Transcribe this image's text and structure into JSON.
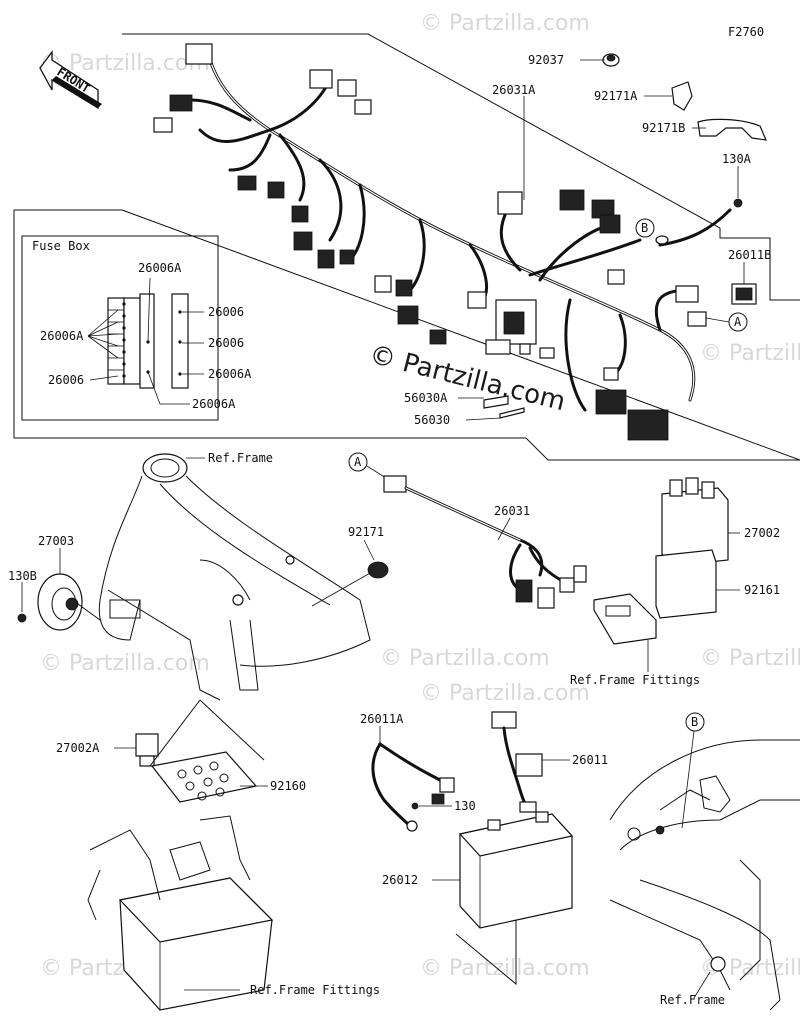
{
  "diagram_code": "F2760",
  "front_label": "FRONT",
  "watermark": {
    "main": "© Partzilla.com",
    "repeat": "© Partzilla.com"
  },
  "fuse_box": {
    "title": "Fuse Box",
    "labels": {
      "a1": "26006A",
      "a2": "26006A",
      "a3": "26006",
      "a4": "26006",
      "a5": "26006",
      "a6": "26006A",
      "a7": "26006A"
    }
  },
  "parts": {
    "p92037": "92037",
    "p26031A": "26031A",
    "p92171A": "92171A",
    "p92171B": "92171B",
    "p130A": "130A",
    "p26011B": "26011B",
    "p56030A": "56030A",
    "p56030": "56030",
    "p27003": "27003",
    "p130B": "130B",
    "p92171": "92171",
    "p26031": "26031",
    "p27002": "27002",
    "p92161": "92161",
    "p27002A": "27002A",
    "p92160": "92160",
    "p26011A": "26011A",
    "p130": "130",
    "p26011": "26011",
    "p26012": "26012"
  },
  "refs": {
    "frame_top": "Ref.Frame",
    "frame_fittings_mid": "Ref.Frame Fittings",
    "frame_fittings_bottom": "Ref.Frame Fittings",
    "frame_bottom": "Ref.Frame"
  },
  "callouts": {
    "a_top": "A",
    "a_mid": "A",
    "b_top": "B",
    "b_bottom": "B"
  }
}
